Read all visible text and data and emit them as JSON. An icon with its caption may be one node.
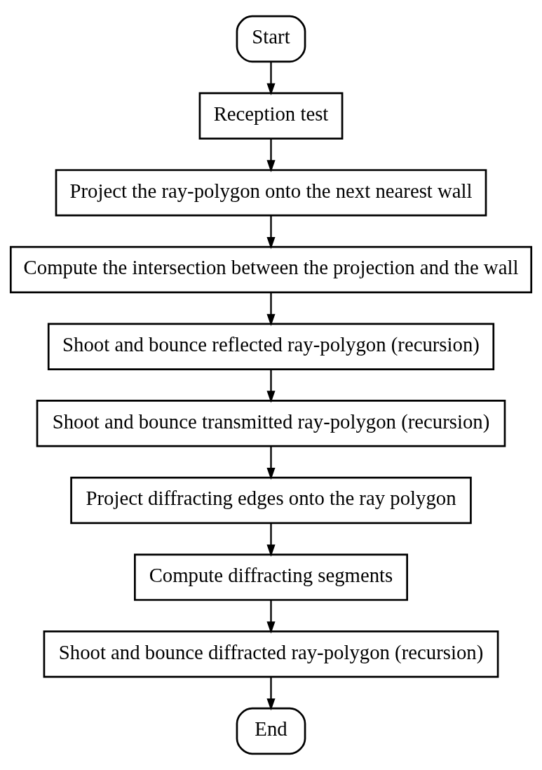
{
  "diagram": {
    "nodes": [
      {
        "text": [
          "Start"
        ]
      },
      {
        "text": [
          "Reception test"
        ]
      },
      {
        "text": [
          "Project the ray-polygon onto the next nearest wall"
        ]
      },
      {
        "text": [
          "Compute the intersection between the projection and the wall"
        ]
      },
      {
        "text": [
          "Shoot and bounce reflected ray-polygon (recursion)"
        ]
      },
      {
        "text": [
          "Shoot and bounce transmitted ray-polygon (recursion)"
        ]
      },
      {
        "text": [
          "Project diffracting edges onto the ray polygon"
        ]
      },
      {
        "text": [
          "Compute diffracting segments"
        ]
      },
      {
        "text": [
          "Shoot and bounce diffracted ray-polygon (recursion)"
        ]
      },
      {
        "text": [
          "End"
        ]
      }
    ],
    "edges": [
      {
        "from": 0,
        "to": 1,
        "arrow": "to"
      },
      {
        "from": 1,
        "to": 2,
        "arrow": "to"
      },
      {
        "from": 2,
        "to": 3,
        "arrow": "to"
      },
      {
        "from": 3,
        "to": 4,
        "arrow": "to"
      },
      {
        "from": 4,
        "to": 5,
        "arrow": "to"
      },
      {
        "from": 5,
        "to": 6,
        "arrow": "to"
      },
      {
        "from": 6,
        "to": 7,
        "arrow": "to"
      },
      {
        "from": 7,
        "to": 8,
        "arrow": "to"
      },
      {
        "from": 8,
        "to": 9,
        "arrow": "to"
      }
    ]
  }
}
